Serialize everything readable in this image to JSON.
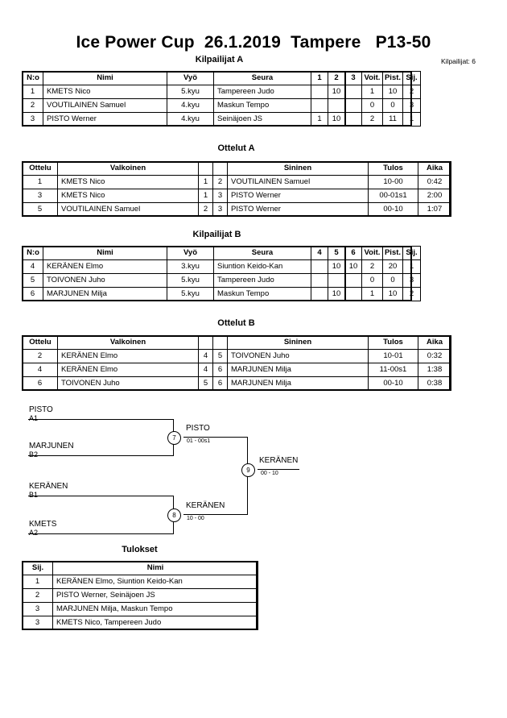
{
  "header": {
    "title": "Ice Power Cup  26.1.2019  Tampere   P13-50",
    "event": "Ice Power Cup",
    "date": "26.1.2019",
    "city": "Tampere",
    "category": "P13-50",
    "competitor_count_label": "Kilpailijat: 6"
  },
  "pools": [
    {
      "heading": "Kilpailijat A",
      "columns": [
        "N:o",
        "Nimi",
        "Vyö",
        "Seura",
        "1",
        "2",
        "3",
        "Voit.",
        "Pist.",
        "Sij."
      ],
      "rows": [
        {
          "no": "1",
          "name": "KMETS Nico",
          "belt": "5.kyu",
          "club": "Tampereen Judo",
          "m1": "",
          "m2": "10",
          "m3": "",
          "wins": "1",
          "points": "10",
          "rank": "2"
        },
        {
          "no": "2",
          "name": "VOUTILAINEN Samuel",
          "belt": "4.kyu",
          "club": "Maskun Tempo",
          "m1": "",
          "m2": "",
          "m3": "",
          "wins": "0",
          "points": "0",
          "rank": "3"
        },
        {
          "no": "3",
          "name": "PISTO Werner",
          "belt": "4.kyu",
          "club": "Seinäjoen JS",
          "m1": "1",
          "m2": "10",
          "m3": "",
          "wins": "2",
          "points": "11",
          "rank": "1"
        }
      ]
    },
    {
      "heading": "Kilpailijat B",
      "columns": [
        "N:o",
        "Nimi",
        "Vyö",
        "Seura",
        "4",
        "5",
        "6",
        "Voit.",
        "Pist.",
        "Sij."
      ],
      "rows": [
        {
          "no": "4",
          "name": "KERÄNEN Elmo",
          "belt": "3.kyu",
          "club": "Siuntion Keido-Kan",
          "m1": "",
          "m2": "10",
          "m3": "10",
          "wins": "2",
          "points": "20",
          "rank": "1"
        },
        {
          "no": "5",
          "name": "TOIVONEN Juho",
          "belt": "5.kyu",
          "club": "Tampereen Judo",
          "m1": "",
          "m2": "",
          "m3": "",
          "wins": "0",
          "points": "0",
          "rank": "3"
        },
        {
          "no": "6",
          "name": "MARJUNEN Milja",
          "belt": "5.kyu",
          "club": "Maskun Tempo",
          "m1": "",
          "m2": "10",
          "m3": "",
          "wins": "1",
          "points": "10",
          "rank": "2"
        }
      ]
    }
  ],
  "match_tables": [
    {
      "heading": "Ottelut A",
      "columns": [
        "Ottelu",
        "Valkoinen",
        "",
        "",
        "Sininen",
        "Tulos",
        "Aika"
      ],
      "rows": [
        {
          "match": "1",
          "white": "KMETS Nico",
          "white_no": "1",
          "blue_no": "2",
          "blue": "VOUTILAINEN Samuel",
          "result": "10-00",
          "time": "0:42"
        },
        {
          "match": "3",
          "white": "KMETS Nico",
          "white_no": "1",
          "blue_no": "3",
          "blue": "PISTO Werner",
          "result": "00-01s1",
          "time": "2:00"
        },
        {
          "match": "5",
          "white": "VOUTILAINEN Samuel",
          "white_no": "2",
          "blue_no": "3",
          "blue": "PISTO Werner",
          "result": "00-10",
          "time": "1:07"
        }
      ]
    },
    {
      "heading": "Ottelut B",
      "columns": [
        "Ottelu",
        "Valkoinen",
        "",
        "",
        "Sininen",
        "Tulos",
        "Aika"
      ],
      "rows": [
        {
          "match": "2",
          "white": "KERÄNEN Elmo",
          "white_no": "4",
          "blue_no": "5",
          "blue": "TOIVONEN Juho",
          "result": "10-01",
          "time": "0:32"
        },
        {
          "match": "4",
          "white": "KERÄNEN Elmo",
          "white_no": "4",
          "blue_no": "6",
          "blue": "MARJUNEN Milja",
          "result": "11-00s1",
          "time": "1:38"
        },
        {
          "match": "6",
          "white": "TOIVONEN Juho",
          "white_no": "5",
          "blue_no": "6",
          "blue": "MARJUNEN Milja",
          "result": "00-10",
          "time": "0:38"
        }
      ]
    }
  ],
  "bracket": {
    "entrants": [
      {
        "name": "PISTO",
        "seed": "A1"
      },
      {
        "name": "MARJUNEN",
        "seed": "B2"
      },
      {
        "name": "KERÄNEN",
        "seed": "B1"
      },
      {
        "name": "KMETS",
        "seed": "A2"
      }
    ],
    "matches": [
      {
        "number": "7",
        "winner": "PISTO",
        "score": "01 - 00s1"
      },
      {
        "number": "8",
        "winner": "KERÄNEN",
        "score": "10 - 00"
      },
      {
        "number": "9",
        "winner": "KERÄNEN",
        "score": "00 - 10"
      }
    ]
  },
  "results": {
    "heading": "Tulokset",
    "columns": [
      "Sij.",
      "Nimi"
    ],
    "rows": [
      {
        "rank": "1",
        "name": "KERÄNEN Elmo, Siuntion Keido-Kan"
      },
      {
        "rank": "2",
        "name": "PISTO Werner, Seinäjoen JS"
      },
      {
        "rank": "3",
        "name": "MARJUNEN Milja, Maskun Tempo"
      },
      {
        "rank": "3",
        "name": "KMETS Nico, Tampereen Judo"
      }
    ]
  }
}
